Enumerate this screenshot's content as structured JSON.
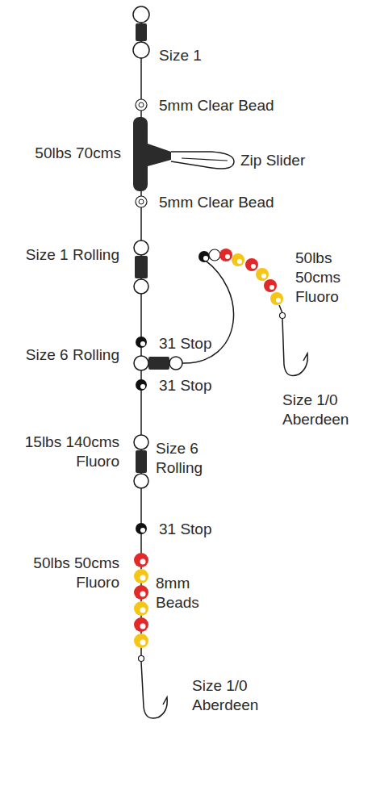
{
  "diagram": {
    "labels": [
      "Size 1",
      "5mm Clear Bead",
      "50lbs 70cms",
      "Zip Slider",
      "5mm Clear Bead",
      "Size 1 Rolling",
      "50lbs 50cms Fluoro",
      "31 Stop",
      "Size 6 Rolling",
      "31 Stop",
      "Size 1/0 Aberdeen",
      "15lbs 140cms Fluoro",
      "Size 6 Rolling",
      "31 Stop",
      "50lbs 50cms Fluoro",
      "8mm Beads",
      "Size 1/0 Aberdeen"
    ]
  }
}
